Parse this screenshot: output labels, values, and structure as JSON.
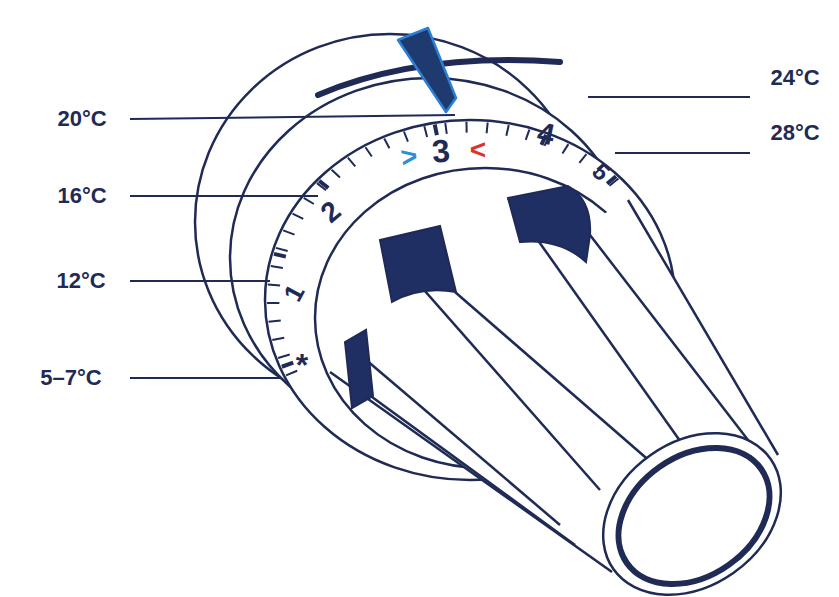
{
  "diagram": {
    "labels": [
      "20°C",
      "24°C",
      "28°C",
      "16°C",
      "12°C",
      "5–7°C",
      "*",
      "1",
      "2",
      ">",
      "3",
      "<",
      "4",
      "5"
    ]
  }
}
